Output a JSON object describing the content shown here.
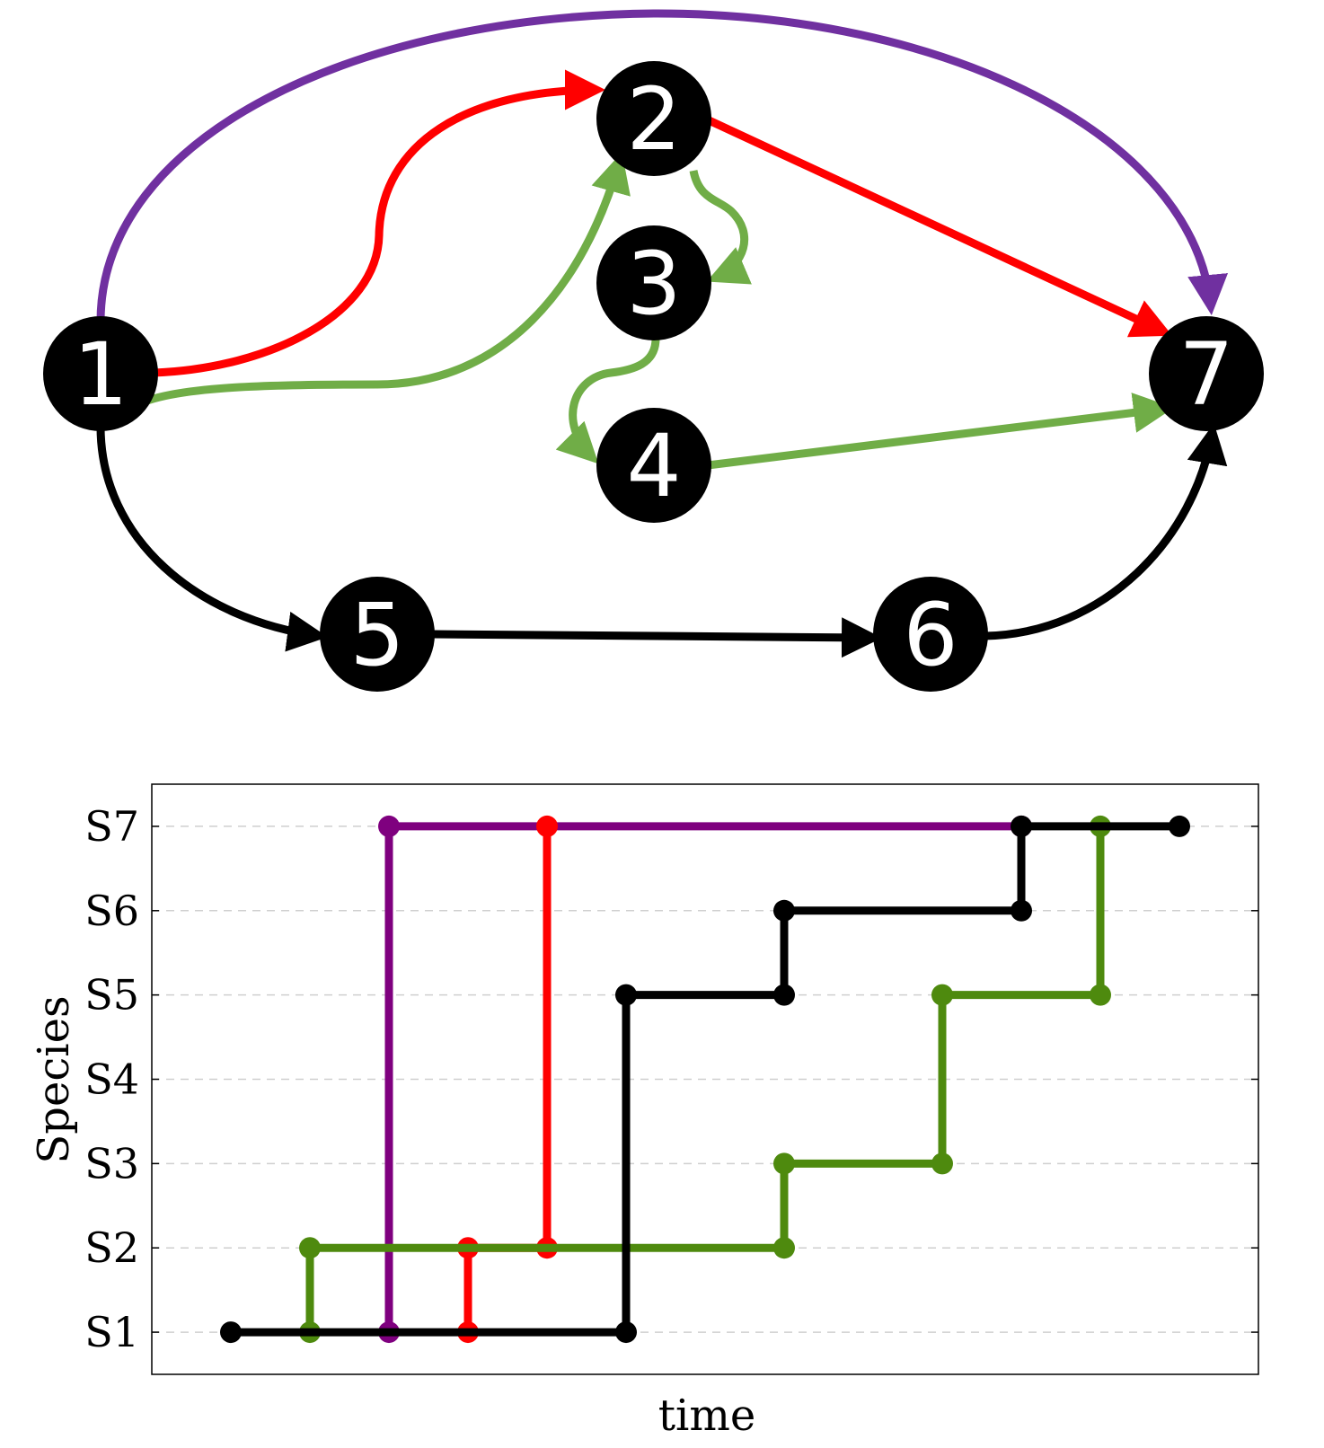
{
  "graph": {
    "nodes": [
      {
        "id": "1",
        "label": "1"
      },
      {
        "id": "2",
        "label": "2"
      },
      {
        "id": "3",
        "label": "3"
      },
      {
        "id": "4",
        "label": "4"
      },
      {
        "id": "5",
        "label": "5"
      },
      {
        "id": "6",
        "label": "6"
      },
      {
        "id": "7",
        "label": "7"
      }
    ],
    "edges": [
      {
        "from": "1",
        "to": "7",
        "color": "#7030A0",
        "path": "purple"
      },
      {
        "from": "1",
        "to": "2",
        "color": "#FF0000",
        "path": "red"
      },
      {
        "from": "2",
        "to": "7",
        "color": "#FF0000",
        "path": "red"
      },
      {
        "from": "1",
        "to": "2",
        "color": "#70AD47",
        "path": "green"
      },
      {
        "from": "2",
        "to": "3",
        "color": "#70AD47",
        "path": "green"
      },
      {
        "from": "3",
        "to": "4",
        "color": "#70AD47",
        "path": "green"
      },
      {
        "from": "4",
        "to": "7",
        "color": "#70AD47",
        "path": "green"
      },
      {
        "from": "1",
        "to": "5",
        "color": "#000000",
        "path": "black"
      },
      {
        "from": "5",
        "to": "6",
        "color": "#000000",
        "path": "black"
      },
      {
        "from": "6",
        "to": "7",
        "color": "#000000",
        "path": "black"
      }
    ]
  },
  "chart_data": {
    "type": "line",
    "xlabel": "time",
    "ylabel": "Species",
    "categories_y": [
      "S1",
      "S2",
      "S3",
      "S4",
      "S5",
      "S6",
      "S7"
    ],
    "ylim": [
      0.5,
      7.5
    ],
    "xlim": [
      0,
      14
    ],
    "grid": "horizontal dashed",
    "series": [
      {
        "color": "#7F007F",
        "points": [
          [
            3,
            1
          ],
          [
            3,
            7
          ],
          [
            11,
            7
          ]
        ]
      },
      {
        "color": "#FF0000",
        "points": [
          [
            4,
            1
          ],
          [
            4,
            2
          ],
          [
            5,
            2
          ],
          [
            5,
            7
          ]
        ]
      },
      {
        "color": "#4E8A0E",
        "points": [
          [
            2,
            1
          ],
          [
            2,
            2
          ],
          [
            8,
            2
          ],
          [
            8,
            3
          ],
          [
            10,
            3
          ],
          [
            10,
            5
          ],
          [
            12,
            5
          ],
          [
            12,
            7
          ]
        ]
      },
      {
        "color": "#000000",
        "points": [
          [
            1,
            1
          ],
          [
            6,
            1
          ],
          [
            6,
            5
          ],
          [
            8,
            5
          ],
          [
            8,
            6
          ],
          [
            11,
            6
          ],
          [
            11,
            7
          ],
          [
            13,
            7
          ]
        ]
      }
    ]
  }
}
